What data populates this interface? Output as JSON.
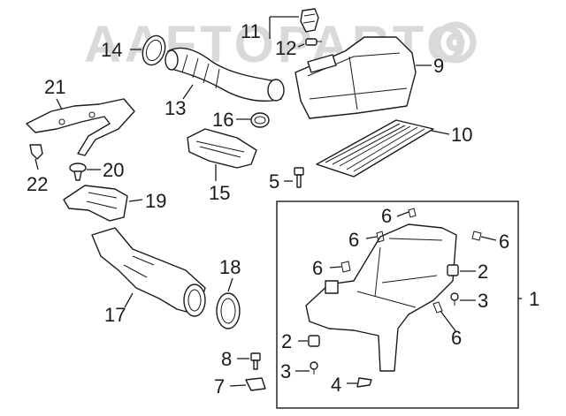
{
  "watermark": {
    "text": "AAFTOPARTO"
  },
  "callouts": [
    {
      "id": "1",
      "label": "1"
    },
    {
      "id": "2a",
      "label": "2"
    },
    {
      "id": "2b",
      "label": "2"
    },
    {
      "id": "3a",
      "label": "3"
    },
    {
      "id": "3b",
      "label": "3"
    },
    {
      "id": "4",
      "label": "4"
    },
    {
      "id": "5",
      "label": "5"
    },
    {
      "id": "6a",
      "label": "6"
    },
    {
      "id": "6b",
      "label": "6"
    },
    {
      "id": "6c",
      "label": "6"
    },
    {
      "id": "6d",
      "label": "6"
    },
    {
      "id": "6e",
      "label": "6"
    },
    {
      "id": "7",
      "label": "7"
    },
    {
      "id": "8",
      "label": "8"
    },
    {
      "id": "9",
      "label": "9"
    },
    {
      "id": "10",
      "label": "10"
    },
    {
      "id": "11",
      "label": "11"
    },
    {
      "id": "12",
      "label": "12"
    },
    {
      "id": "13",
      "label": "13"
    },
    {
      "id": "14",
      "label": "14"
    },
    {
      "id": "15",
      "label": "15"
    },
    {
      "id": "16",
      "label": "16"
    },
    {
      "id": "17",
      "label": "17"
    },
    {
      "id": "18",
      "label": "18"
    },
    {
      "id": "19",
      "label": "19"
    },
    {
      "id": "20",
      "label": "20"
    },
    {
      "id": "21",
      "label": "21"
    },
    {
      "id": "22",
      "label": "22"
    }
  ]
}
